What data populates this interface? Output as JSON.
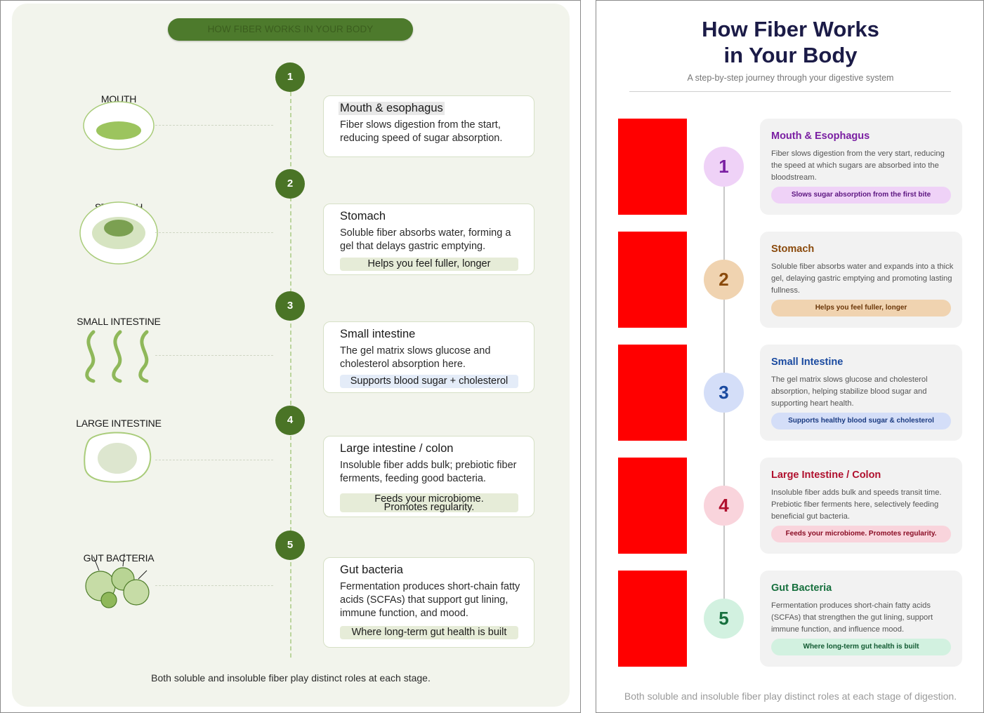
{
  "left": {
    "title": "HOW FIBER WORKS IN YOUR BODY",
    "stages": [
      {
        "num": "1",
        "organ": "MOUTH",
        "title": "Mouth & esophagus",
        "body": "Fiber slows digestion from the start, reducing speed of sugar absorption.",
        "tag": ""
      },
      {
        "num": "2",
        "organ": "STOMACH",
        "title": "Stomach",
        "body": "Soluble fiber absorbs water, forming a gel that delays gastric emptying.",
        "tag": "Helps you feel fuller, longer"
      },
      {
        "num": "3",
        "organ": "SMALL INTESTINE",
        "title": "Small intestine",
        "body": "The gel matrix slows glucose and cholesterol absorption here.",
        "tag": "Supports blood sugar + cholesterol"
      },
      {
        "num": "4",
        "organ": "LARGE INTESTINE",
        "title": "Large intestine / colon",
        "body": "Insoluble fiber adds bulk; prebiotic fiber ferments, feeding good bacteria.",
        "tag_line1": "Feeds your microbiome.",
        "tag_line2": "Promotes regularity."
      },
      {
        "num": "5",
        "organ": "GUT BACTERIA",
        "title": "Gut bacteria",
        "body": "Fermentation produces short-chain fatty acids (SCFAs) that support gut lining, immune function, and mood.",
        "tag": "Where long-term gut health is built"
      }
    ],
    "footer": "Both soluble and insoluble fiber play distinct roles at each stage."
  },
  "right": {
    "title_line1": "How Fiber Works",
    "title_line2": "in Your Body",
    "subtitle": "A step-by-step journey through your digestive system",
    "stages": [
      {
        "num": "1",
        "title": "Mouth & Esophagus",
        "body": "Fiber slows digestion from the very start, reducing the speed at which sugars are absorbed into the bloodstream.",
        "tag": "Slows sugar absorption from the first bite",
        "accent": "#7a1fa2",
        "circle_bg": "#efd2f7",
        "tag_bg": "#efd2f7",
        "tag_fg": "#5c1580"
      },
      {
        "num": "2",
        "title": "Stomach",
        "body": "Soluble fiber absorbs water and expands into a thick gel, delaying gastric emptying and promoting lasting fullness.",
        "tag": "Helps you feel fuller, longer",
        "accent": "#8a4a0c",
        "circle_bg": "#f0d3b0",
        "tag_bg": "#f0d3b0",
        "tag_fg": "#6a3608"
      },
      {
        "num": "3",
        "title": "Small Intestine",
        "body": "The gel matrix slows glucose and cholesterol absorption, helping stabilize blood sugar and supporting heart health.",
        "tag": "Supports healthy blood sugar & cholesterol",
        "accent": "#1a4aa0",
        "circle_bg": "#d4def8",
        "tag_bg": "#d4def8",
        "tag_fg": "#1a3a80"
      },
      {
        "num": "4",
        "title": "Large Intestine / Colon",
        "body": "Insoluble fiber adds bulk and speeds transit time. Prebiotic fiber ferments here, selectively feeding beneficial gut bacteria.",
        "tag": "Feeds your microbiome. Promotes regularity.",
        "accent": "#b0102e",
        "circle_bg": "#f9d4dc",
        "tag_bg": "#f9d4dc",
        "tag_fg": "#8a0c24"
      },
      {
        "num": "5",
        "title": "Gut Bacteria",
        "body": "Fermentation produces short-chain fatty acids (SCFAs) that strengthen the gut lining, support immune function, and influence mood.",
        "tag": "Where long-term gut health is built",
        "accent": "#17703e",
        "circle_bg": "#d2f1e0",
        "tag_bg": "#d2f1e0",
        "tag_fg": "#125a32"
      }
    ],
    "footer": "Both soluble and insoluble fiber play distinct roles at each stage of digestion."
  },
  "colors": {
    "left_bg": "#f2f4ec",
    "left_accent": "#4a7426",
    "organ_green": "#9cc45e",
    "placeholder_red": "#ff0000",
    "right_title": "#1b1b47"
  }
}
